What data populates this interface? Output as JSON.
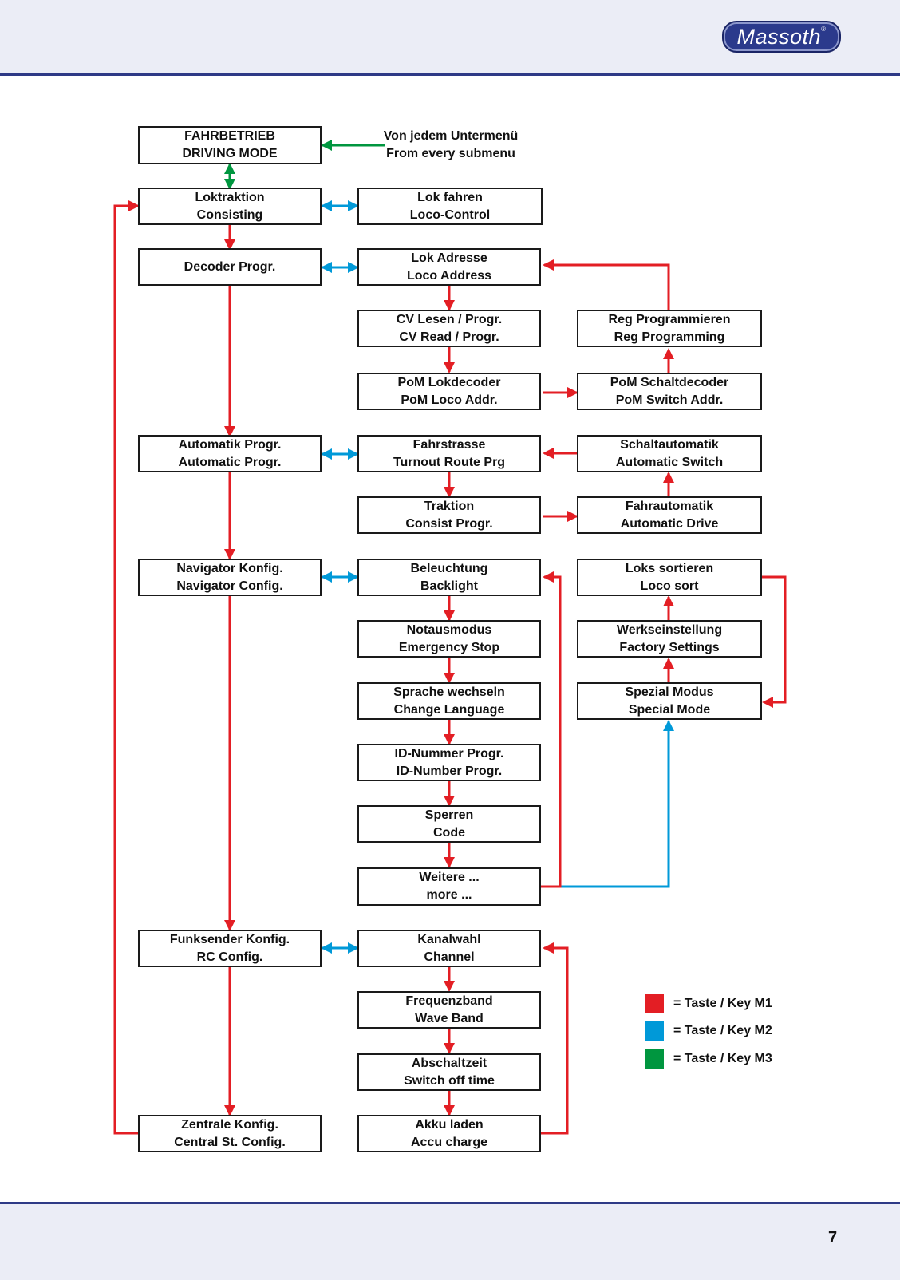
{
  "header": {
    "logo_text": "Massoth",
    "logo_mark": "®"
  },
  "footer": {
    "page_number": "7"
  },
  "colors": {
    "m1": "#e31e24",
    "m2": "#0099d8",
    "m3": "#00963f"
  },
  "note": {
    "line1": "Von jedem Untermenü",
    "line2": "From every submenu"
  },
  "boxes": {
    "driving_mode": {
      "line1": "FAHRBETRIEB",
      "line2": "DRIVING MODE"
    },
    "consisting": {
      "line1": "Loktraktion",
      "line2": "Consisting"
    },
    "loco_control": {
      "line1": "Lok fahren",
      "line2": "Loco-Control"
    },
    "decoder_progr": {
      "line1": "Decoder Progr.",
      "line2": ""
    },
    "loco_address": {
      "line1": "Lok Adresse",
      "line2": "Loco Address"
    },
    "cv_read": {
      "line1": "CV Lesen / Progr.",
      "line2": "CV Read / Progr."
    },
    "reg_programming": {
      "line1": "Reg Programmieren",
      "line2": "Reg Programming"
    },
    "pom_loco": {
      "line1": "PoM Lokdecoder",
      "line2": "PoM Loco Addr."
    },
    "pom_switch": {
      "line1": "PoM Schaltdecoder",
      "line2": "PoM Switch Addr."
    },
    "automatic_progr": {
      "line1": "Automatik Progr.",
      "line2": "Automatic Progr."
    },
    "turnout_route": {
      "line1": "Fahrstrasse",
      "line2": "Turnout Route Prg"
    },
    "automatic_switch": {
      "line1": "Schaltautomatik",
      "line2": "Automatic Switch"
    },
    "consist_progr": {
      "line1": "Traktion",
      "line2": "Consist Progr."
    },
    "automatic_drive": {
      "line1": "Fahrautomatik",
      "line2": "Automatic Drive"
    },
    "navigator_config": {
      "line1": "Navigator Konfig.",
      "line2": "Navigator Config."
    },
    "backlight": {
      "line1": "Beleuchtung",
      "line2": "Backlight"
    },
    "loco_sort": {
      "line1": "Loks sortieren",
      "line2": "Loco sort"
    },
    "emergency_stop": {
      "line1": "Notausmodus",
      "line2": "Emergency Stop"
    },
    "factory_settings": {
      "line1": "Werkseinstellung",
      "line2": "Factory Settings"
    },
    "change_language": {
      "line1": "Sprache wechseln",
      "line2": "Change Language"
    },
    "special_mode": {
      "line1": "Spezial Modus",
      "line2": "Special Mode"
    },
    "id_number": {
      "line1": "ID-Nummer Progr.",
      "line2": "ID-Number Progr."
    },
    "code": {
      "line1": "Sperren",
      "line2": "Code"
    },
    "more": {
      "line1": "Weitere ...",
      "line2": "more ..."
    },
    "rc_config": {
      "line1": "Funksender Konfig.",
      "line2": "RC Config."
    },
    "channel": {
      "line1": "Kanalwahl",
      "line2": "Channel"
    },
    "wave_band": {
      "line1": "Frequenzband",
      "line2": "Wave Band"
    },
    "switch_off_time": {
      "line1": "Abschaltzeit",
      "line2": "Switch off time"
    },
    "central_config": {
      "line1": "Zentrale Konfig.",
      "line2": "Central St. Config."
    },
    "accu_charge": {
      "line1": "Akku laden",
      "line2": "Accu charge"
    }
  },
  "legend": [
    {
      "label": "= Taste / Key M1",
      "color": "#e31e24"
    },
    {
      "label": "= Taste / Key M2",
      "color": "#0099d8"
    },
    {
      "label": "= Taste / Key M3",
      "color": "#00963f"
    }
  ]
}
